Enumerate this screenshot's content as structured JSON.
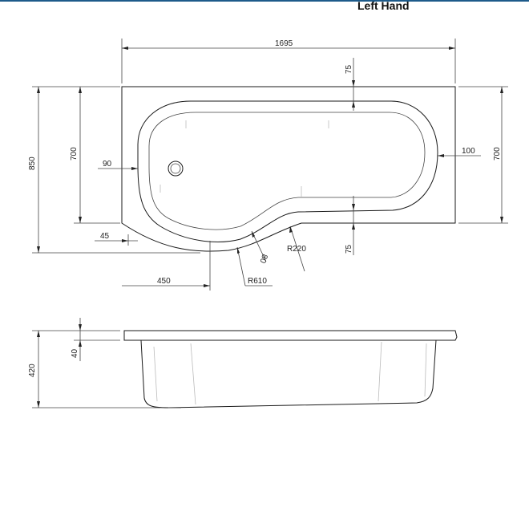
{
  "title": "Left Hand",
  "dimensions": {
    "overall_length": "1695",
    "overall_width": "850",
    "inner_width_left": "700",
    "inner_width_right": "700",
    "rim_top": "75",
    "rim_bottom": "75",
    "end_left": "90",
    "end_right": "100",
    "offset_45": "45",
    "radius_small": "R220",
    "radius_large": "R610",
    "rim_80": "80",
    "offset_450": "450",
    "height_total": "420",
    "lip": "40"
  },
  "colors": {
    "accent": "#1d5a8a",
    "line": "#1a1a1a"
  }
}
